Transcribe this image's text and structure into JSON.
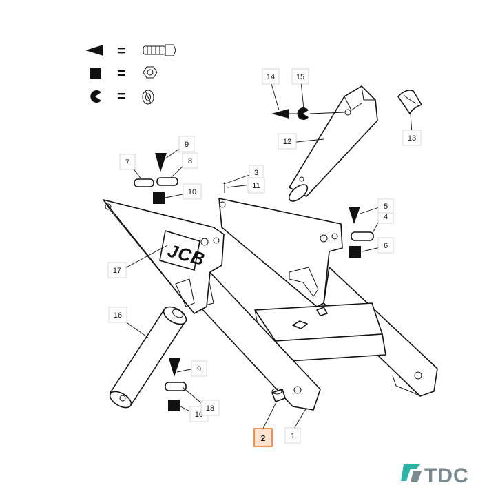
{
  "legend": [
    {
      "symbol": "triangle",
      "equals": "=",
      "meaning_icon": "bolt-icon"
    },
    {
      "symbol": "square",
      "equals": "=",
      "meaning_icon": "nut-icon"
    },
    {
      "symbol": "pacman",
      "equals": "=",
      "meaning_icon": "washer-icon"
    }
  ],
  "callouts": [
    {
      "id": "c1",
      "label": "1"
    },
    {
      "id": "c2",
      "label": "2",
      "highlighted": true
    },
    {
      "id": "c3",
      "label": "3"
    },
    {
      "id": "c4",
      "label": "4"
    },
    {
      "id": "c5",
      "label": "5"
    },
    {
      "id": "c6",
      "label": "6"
    },
    {
      "id": "c7",
      "label": "7"
    },
    {
      "id": "c8",
      "label": "8"
    },
    {
      "id": "c9a",
      "label": "9"
    },
    {
      "id": "c9b",
      "label": "9"
    },
    {
      "id": "c10a",
      "label": "10"
    },
    {
      "id": "c10b",
      "label": "10"
    },
    {
      "id": "c11",
      "label": "11"
    },
    {
      "id": "c12",
      "label": "12"
    },
    {
      "id": "c13",
      "label": "13"
    },
    {
      "id": "c14",
      "label": "14"
    },
    {
      "id": "c15",
      "label": "15"
    },
    {
      "id": "c16",
      "label": "16"
    },
    {
      "id": "c17",
      "label": "17"
    },
    {
      "id": "c18",
      "label": "18"
    }
  ],
  "decal_text": "JCB",
  "watermark": {
    "text": "TDC",
    "color": "#7a8a91",
    "accent": "#2bb3a6"
  },
  "colors": {
    "highlight_fill": "#fde3cf",
    "highlight_stroke": "#f07a2a",
    "ink": "#111111"
  }
}
